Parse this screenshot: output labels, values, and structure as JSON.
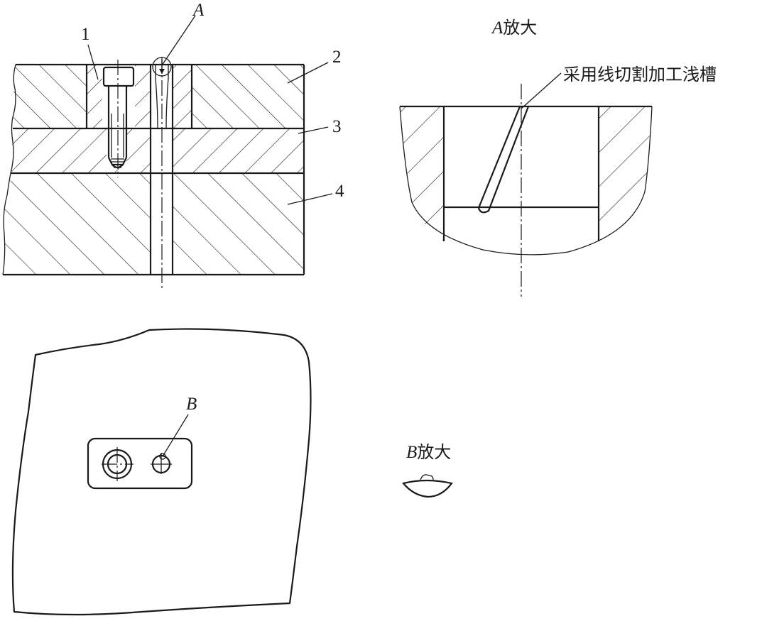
{
  "main_view": {
    "part_labels": [
      "1",
      "2",
      "3",
      "4"
    ],
    "view_marker": "A"
  },
  "detail_a": {
    "title_letter": "A",
    "title_suffix": "放大",
    "note": "采用线切割加工浅槽"
  },
  "plan_view": {
    "marker": "B"
  },
  "detail_b": {
    "title_letter": "B",
    "title_suffix": "放大"
  }
}
